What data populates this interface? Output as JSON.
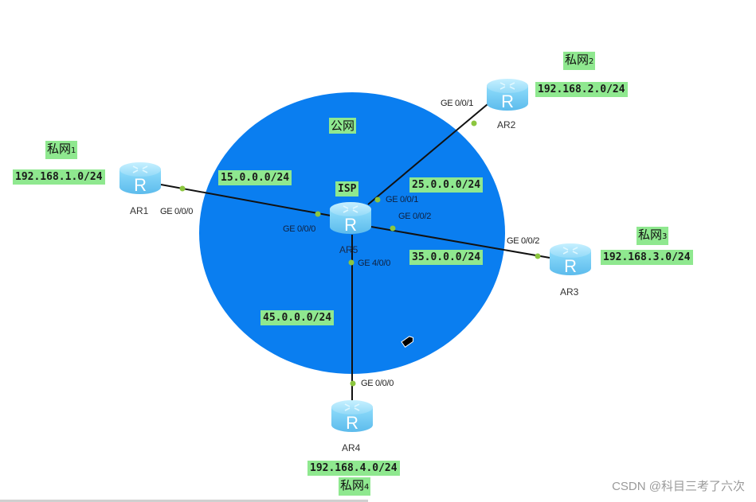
{
  "diagram": {
    "title": "公网",
    "colors": {
      "public_zone": "#0a7ef0",
      "label_bg": "#8fe88f",
      "link": "#111111",
      "port_dot": "#8cc63f",
      "router_body": "#7fd0f5"
    },
    "routers": [
      {
        "id": "AR1",
        "name": "AR1",
        "icon": "router-icon"
      },
      {
        "id": "AR2",
        "name": "AR2",
        "icon": "router-icon"
      },
      {
        "id": "AR3",
        "name": "AR3",
        "icon": "router-icon"
      },
      {
        "id": "AR4",
        "name": "AR4",
        "icon": "router-icon"
      },
      {
        "id": "AR5",
        "name": "AR5",
        "role": "ISP",
        "icon": "router-icon"
      }
    ],
    "isp_label": "ISP",
    "public_label": "公网",
    "links": [
      {
        "from": "AR1",
        "from_port": "GE 0/0/0",
        "to": "AR5",
        "to_port": "GE 0/0/0",
        "subnet": "15.0.0.0/24"
      },
      {
        "from": "AR2",
        "from_port": "GE 0/0/1",
        "to": "AR5",
        "to_port": "GE 0/0/1",
        "subnet": "25.0.0.0/24"
      },
      {
        "from": "AR3",
        "from_port": "GE 0/0/2",
        "to": "AR5",
        "to_port": "GE 0/0/2",
        "subnet": "35.0.0.0/24"
      },
      {
        "from": "AR4",
        "from_port": "GE 0/0/0",
        "to": "AR5",
        "to_port": "GE 4/0/0",
        "subnet": "45.0.0.0/24"
      }
    ],
    "private_nets": [
      {
        "router": "AR1",
        "name": "私网",
        "index": "1",
        "subnet": "192.168.1.0/24"
      },
      {
        "router": "AR2",
        "name": "私网",
        "index": "2",
        "subnet": "192.168.2.0/24"
      },
      {
        "router": "AR3",
        "name": "私网",
        "index": "3",
        "subnet": "192.168.3.0/24"
      },
      {
        "router": "AR4",
        "name": "私网",
        "index": "4",
        "subnet": "192.168.4.0/24"
      }
    ]
  },
  "watermark": "CSDN @科目三考了六次"
}
